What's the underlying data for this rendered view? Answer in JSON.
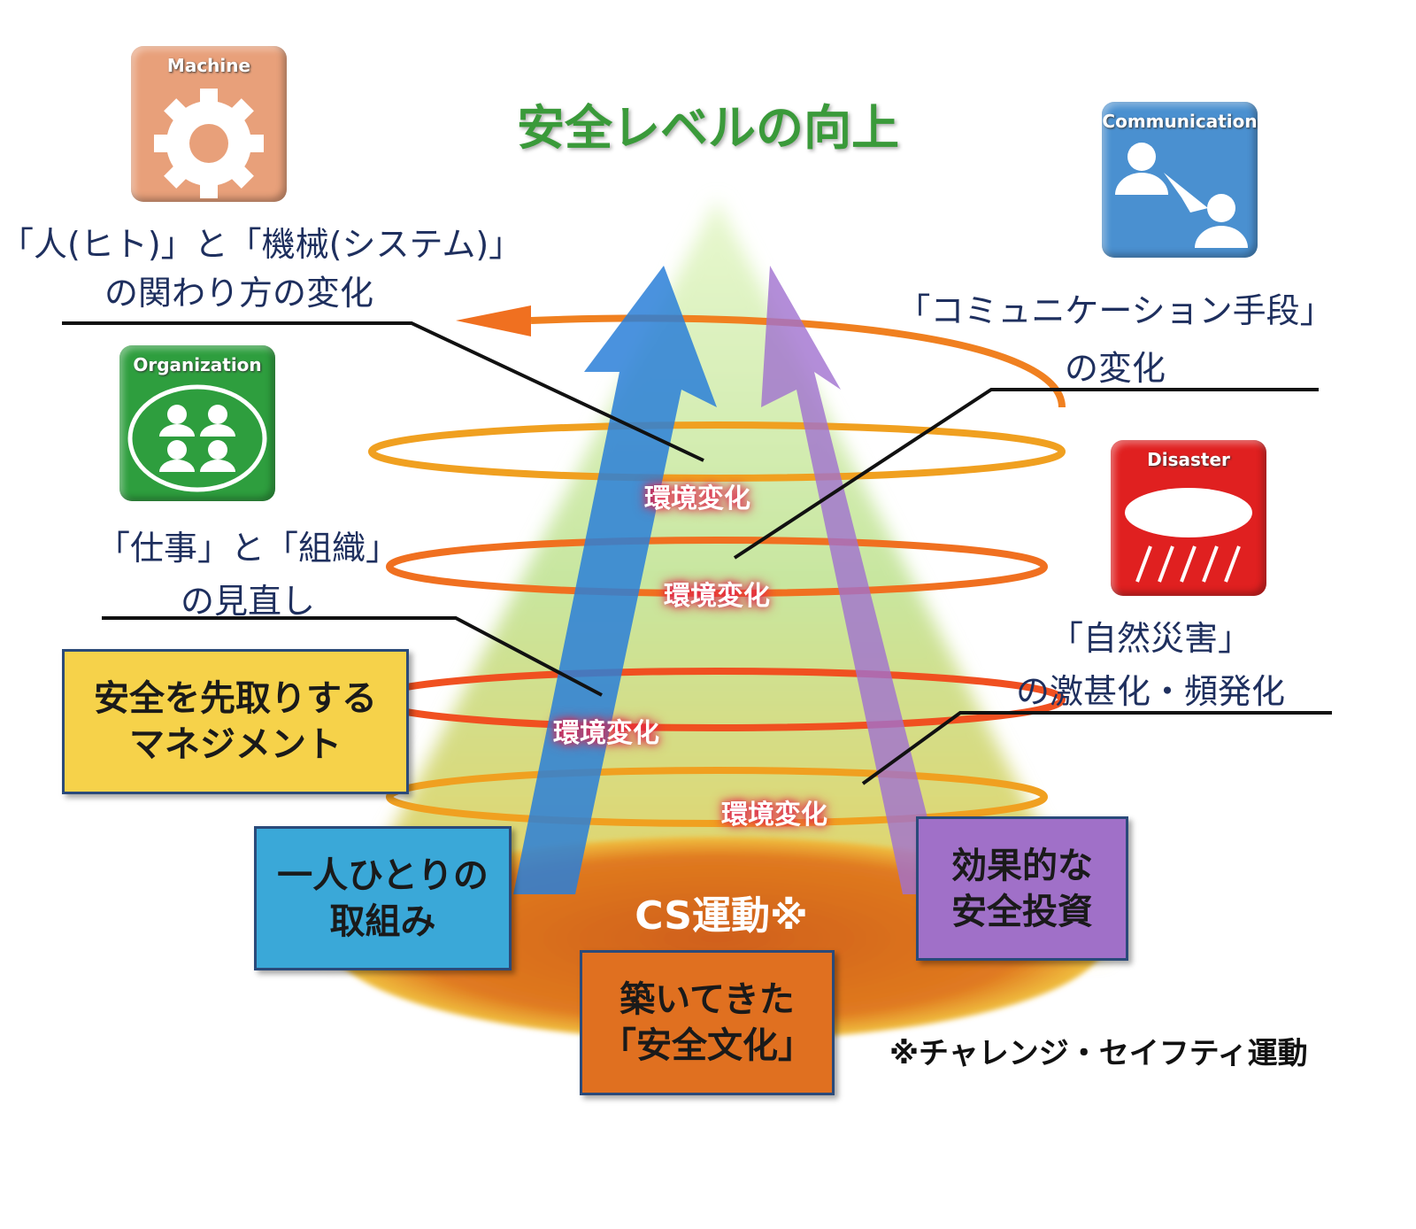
{
  "title": "安全レベルの向上",
  "icons": {
    "machine": "Machine",
    "communication": "Communication",
    "organization": "Organization",
    "disaster": "Disaster"
  },
  "factors": {
    "machine": [
      "「人(ヒト)」と「機械(システム)」",
      "の関わり方の変化"
    ],
    "communication": [
      "「コミュニケーション手段」",
      "の変化"
    ],
    "organization": [
      "「仕事」と「組織」",
      "の見直し"
    ],
    "disaster": [
      "「自然災害」",
      "の激甚化・頻発化"
    ]
  },
  "environment_change": [
    "環境変化",
    "環境変化",
    "環境変化",
    "環境変化"
  ],
  "boxes": {
    "management": [
      "安全を先取りする",
      "マネジメント"
    ],
    "individual": [
      "一人ひとりの",
      "取組み"
    ],
    "investment": [
      "効果的な",
      "安全投資"
    ],
    "culture": [
      "築いてきた",
      "「安全文化」"
    ]
  },
  "cs_movement": "CS運動※",
  "footnote": "※チャレンジ・セイフティ運動",
  "colors": {
    "title": "#3a9a3a",
    "machine": "#e8a07a",
    "communication": "#4a90d0",
    "organization": "#2e9e3e",
    "disaster": "#e02020",
    "management": "#f6d24a",
    "individual": "#3aa8d8",
    "investment": "#a070c8",
    "culture": "#e07020"
  }
}
